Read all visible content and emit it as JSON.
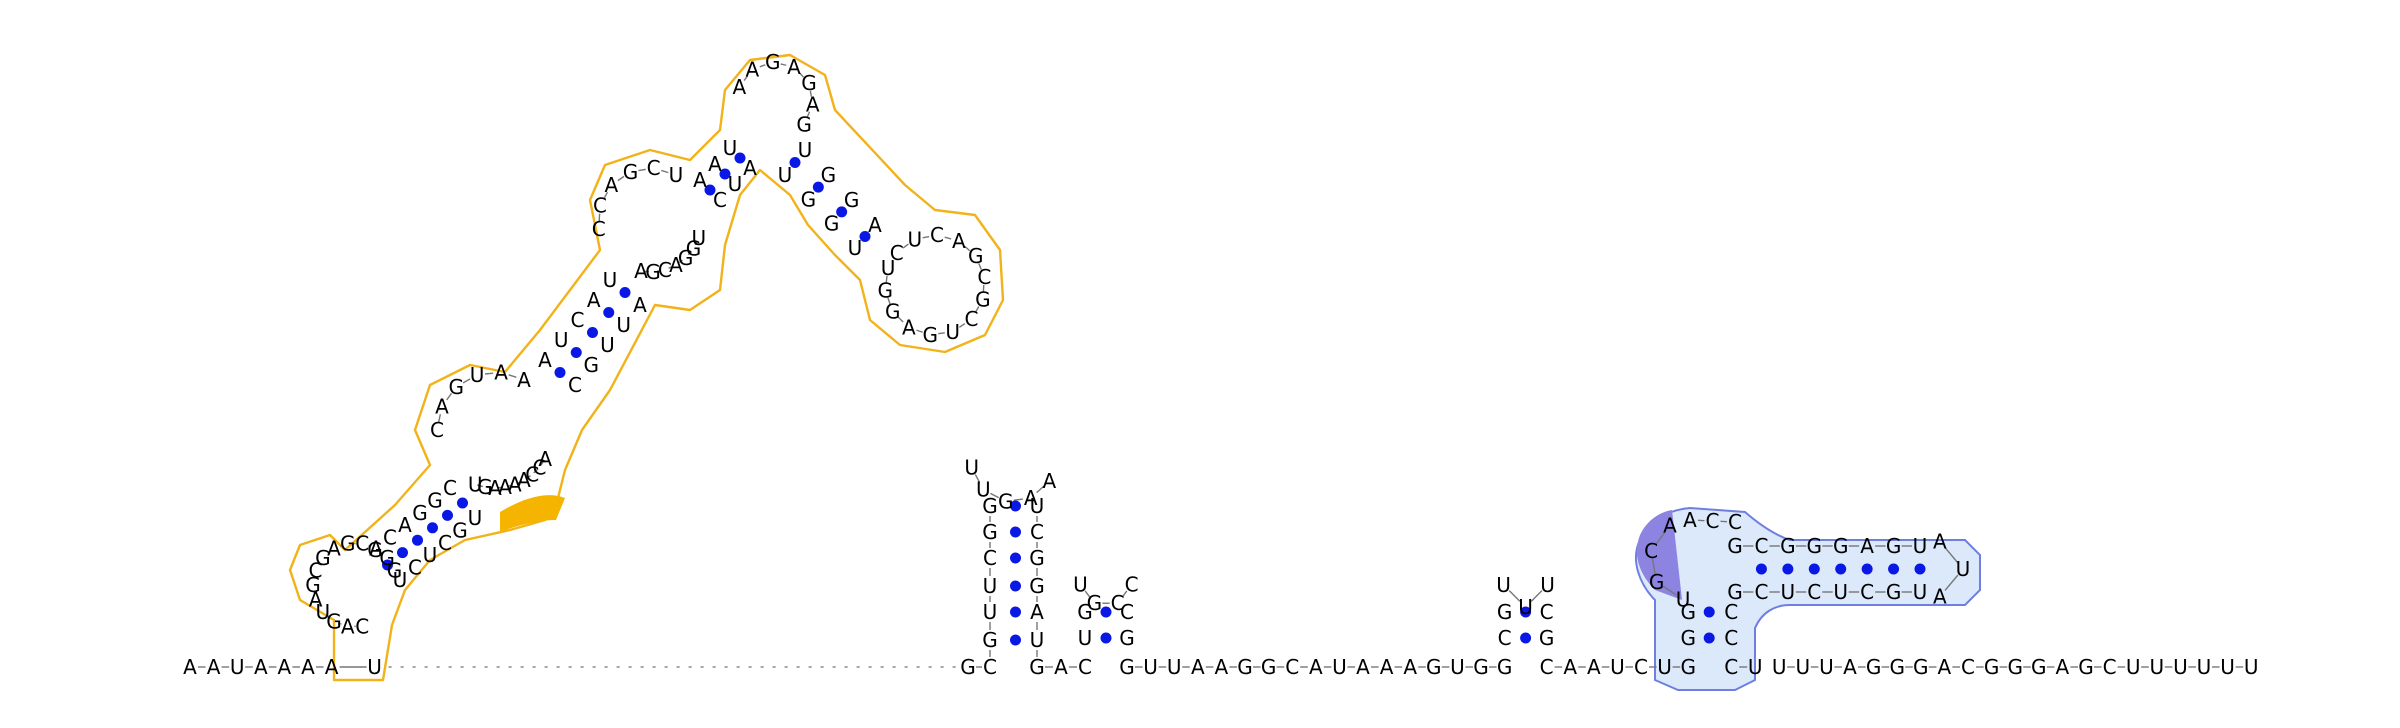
{
  "colors": {
    "pair_dot": "#0a18e6",
    "backbone": "#777777",
    "module_outline": "#f2b21a",
    "module_highlight": "#f5b400",
    "motif_outline": "#6f7fe0",
    "motif_fill": "#dbe9fb",
    "motif_highlight": "#8c84e0"
  },
  "strands": {
    "leader": "AAUAAAA",
    "mid_a": "GC",
    "mid_b": "GAC",
    "mid_c": "GUUAAGGCAUAAAGUGG",
    "mid_d": "CAAUCUG",
    "mid_e": "CU",
    "tail": "UUUAGGGACGGGAGCUUUUUU"
  },
  "helices": {
    "h1": {
      "loop": "UUGAA",
      "stem": [
        "GU",
        "UA",
        "UG",
        "CG",
        "GC",
        "GU"
      ]
    },
    "h2": {
      "loop": "UGCC",
      "stem": [
        "UG",
        "GC"
      ]
    },
    "h3": {
      "loop": "UUU",
      "stem": [
        "CG",
        "GC"
      ]
    },
    "motif": {
      "left_stem": [
        "GC",
        "GC",
        "GC"
      ],
      "bulge": "UGCA",
      "linker": "ACC",
      "arm_top": "GCGGGAGU",
      "hairpin_loop": "AUA",
      "arm_bottom": "GCUCUCGU"
    },
    "module": {
      "first_loop": "CAGUAGCGAGCAGG",
      "helix_1": {
        "five": "GCAGGC",
        "three": "UCUCGU"
      },
      "internal_loop_5": "CAGUAA",
      "internal_loop_3": "ACCAAAAGU",
      "helix_2": {
        "five": "AUCAU",
        "three": "CGUUA"
      },
      "upper_loop_5": "CCAGCU",
      "upper_loop_3": "UGGACGA",
      "helix_3": {
        "five": "AAU",
        "three": "CUA"
      },
      "apical_loop": "AAGAGAG",
      "helix_4": {
        "five": "UGGA",
        "three": "UGGU"
      },
      "right_loop": "CUCAGCGCUGAGGU"
    }
  }
}
